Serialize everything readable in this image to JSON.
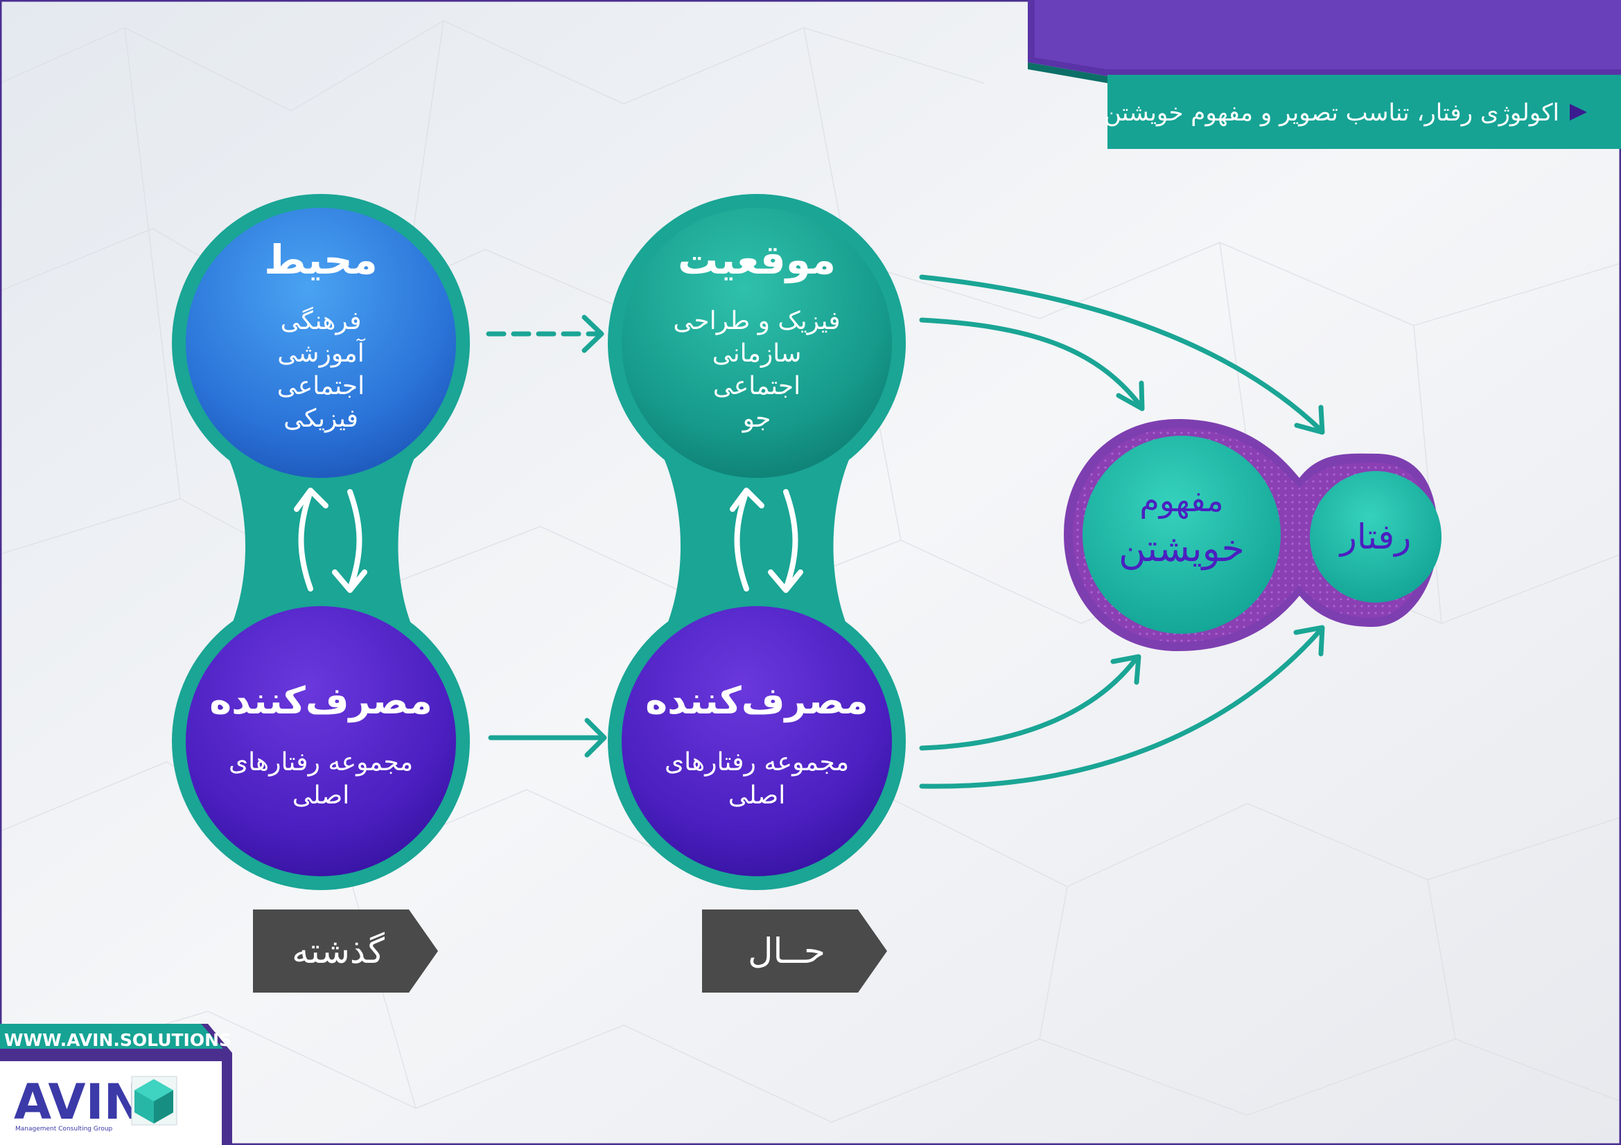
{
  "header": {
    "title": "اکولوژی رفتار، تناسب تصویر و مفهوم خویشتن"
  },
  "past": {
    "environment": {
      "title": "محیط",
      "items": [
        "فرهنگی",
        "آموزشی",
        "اجتماعی",
        "فیزیکی"
      ]
    },
    "consumer": {
      "title": "مصرف‌کننده",
      "items": [
        "مجموعه رفتارهای",
        "اصلی"
      ]
    },
    "label": "گذشته"
  },
  "present": {
    "situation": {
      "title": "موقعیت",
      "items": [
        "فیزیک و طراحی",
        "سازمانی",
        "اجتماعی",
        "جو"
      ]
    },
    "consumer": {
      "title": "مصرف‌کننده",
      "items": [
        "مجموعه رفتارهای",
        "اصلی"
      ]
    },
    "label": "حــال"
  },
  "outcome": {
    "self_concept": [
      "مفهوم",
      "خویشتن"
    ],
    "behavior": "رفتار"
  },
  "footer": {
    "website": "WWW.AVIN.SOLUTIONS",
    "logo_text": "AVIN",
    "logo_subtitle": "Management Consulting Group"
  },
  "colors": {
    "blue": "#2f7fe0",
    "teal": "#1aa595",
    "purple": "#4b1fc0",
    "violet": "#7d3fb0",
    "gray": "#4a4a4a"
  }
}
